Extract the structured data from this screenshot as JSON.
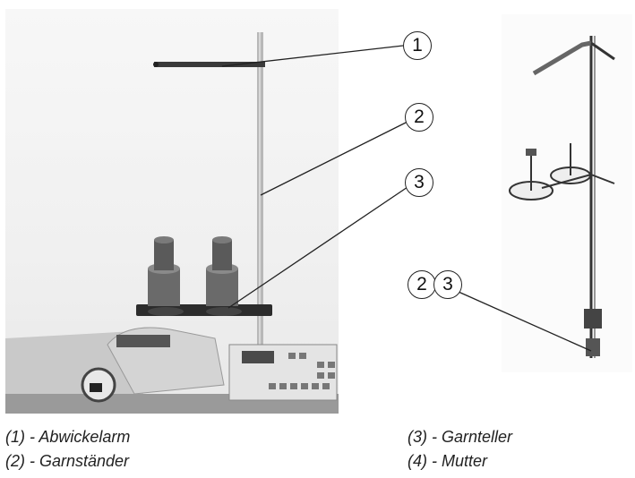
{
  "callouts": {
    "c1": "1",
    "c2": "2",
    "c3": "3",
    "r2": "2",
    "r3": "3"
  },
  "captions": {
    "left_1": "(1) - Abwickelarm",
    "left_2": "(2) - Garnständer",
    "right_1": "(3) - Garnteller",
    "right_2": "(4) - Mutter"
  }
}
